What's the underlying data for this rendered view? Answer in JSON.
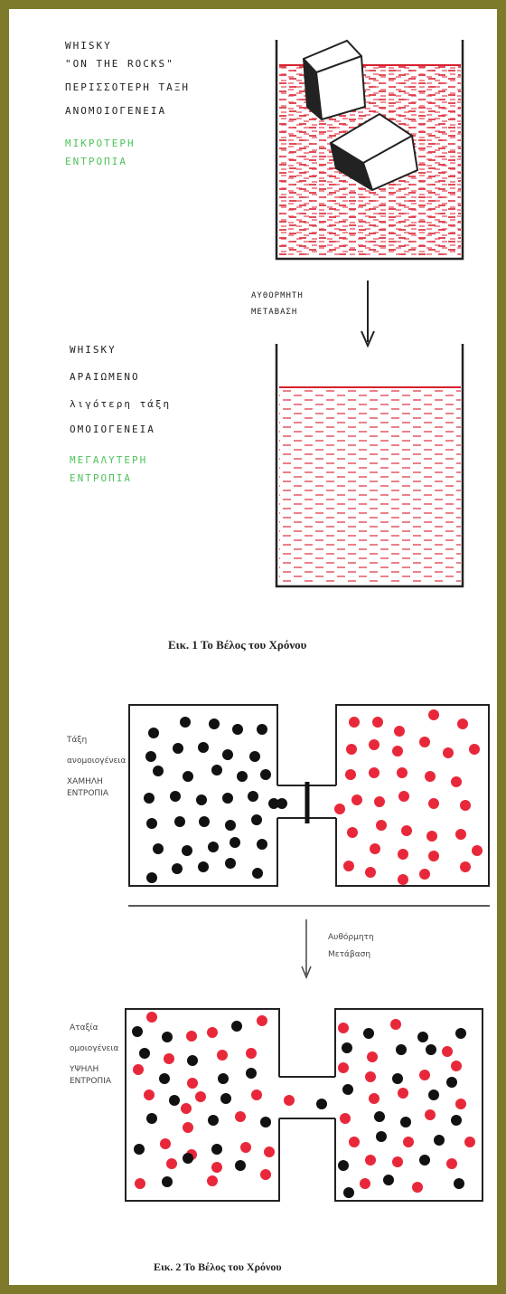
{
  "figure1": {
    "top_label_lines": [
      "WHISKY",
      "\"ON THE ROCKS\"",
      "ΠΕΡΙΣΣΟΤΕΡΗ ΤΑΞΗ",
      "ΑΝΟΜΟΙΟΓΕΝΕΙΑ"
    ],
    "top_entropy_lines": [
      "ΜΙΚΡΟΤΕΡΗ",
      "ΕΝΤΡΟΠΙΑ"
    ],
    "arrow_label_lines": [
      "ΑΥΘΟΡΜΗΤΗ",
      "ΜΕΤΑΒΑΣΗ"
    ],
    "bottom_label_lines": [
      "WHISKY",
      "ΑΡΑΙΩΜΕΝΟ",
      "λιγότερη τάξη",
      "ΟΜΟΙΟΓΕΝΕΙΑ"
    ],
    "bottom_entropy_lines": [
      "ΜΕΓΑΛΥΤΕΡΗ",
      "ΕΝΤΡΟΠΙΑ"
    ],
    "caption": "Εικ. 1 Το Βέλος του Χρόνου",
    "liquid_color": "#d8202e"
  },
  "figure2": {
    "top_label_lines": [
      "Τάξη",
      "ανομοιογένεια",
      "ΧΑΜΗΛΗ",
      "ΕΝΤΡΟΠΙΑ"
    ],
    "arrow_label_lines": [
      "Αυθόρμητη",
      "Μετάβαση"
    ],
    "bottom_label_lines": [
      "Αταξία",
      "ομοιογένεια",
      "ΥΨΗΛΗ",
      "ΕΝΤΡΟΠΙΑ"
    ],
    "caption": "Εικ. 2    Το Βέλος του Χρόνου",
    "particle_colors": {
      "black": "#111111",
      "red": "#e8283a"
    }
  },
  "frame_color": "#7d7a2c"
}
